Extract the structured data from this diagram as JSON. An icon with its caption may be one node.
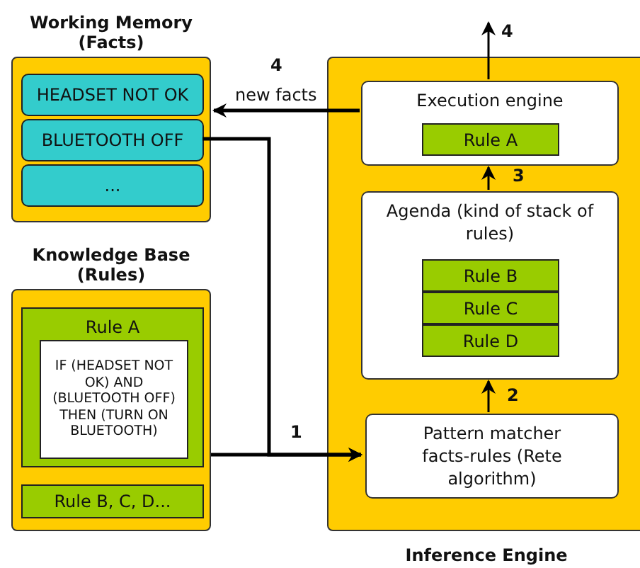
{
  "diagram": {
    "nodes": [
      {
        "text": [
          "Working Memory (Facts)"
        ]
      },
      {
        "text": [
          "HEADSET NOT OK"
        ],
        "in": 0
      },
      {
        "text": [
          "BLUETOOTH OFF"
        ],
        "in": 0
      },
      {
        "text": [
          "..."
        ],
        "in": 0
      },
      {
        "text": [
          "Knowledge Base (Rules)"
        ]
      },
      {
        "text": [
          "Rule A"
        ],
        "in": 4
      },
      {
        "text": [
          "IF (HEADSET NOT OK) AND (BLUETOOTH OFF) THEN (TURN ON BLUETOOTH)"
        ],
        "in": 5
      },
      {
        "text": [
          "Rule B, C, D..."
        ],
        "in": 4
      },
      {
        "text": [
          "Inference Engine"
        ]
      },
      {
        "text": [
          "Execution engine"
        ],
        "in": 8
      },
      {
        "text": [
          "Rule A"
        ],
        "in": 9
      },
      {
        "text": [
          "Agenda (kind of stack of rules)"
        ],
        "in": 8
      },
      {
        "text": [
          "Rule B"
        ],
        "in": 11
      },
      {
        "text": [
          "Rule C"
        ],
        "in": 11
      },
      {
        "text": [
          "Rule D"
        ],
        "in": 11
      },
      {
        "text": [
          "Pattern matcher facts-rules (Rete algorithm)"
        ],
        "in": 8
      }
    ],
    "edges": [
      {
        "from": 9,
        "to": 0,
        "arrow": "to",
        "label": "new facts"
      },
      {
        "from": 2,
        "to": 15,
        "arrow": "to"
      },
      {
        "from": 4,
        "to": 15,
        "arrow": "to",
        "label": "1"
      },
      {
        "from": 15,
        "to": 11,
        "arrow": "to",
        "label": "2"
      },
      {
        "from": 11,
        "to": 9,
        "arrow": "to",
        "label": "3"
      },
      {
        "from": 9,
        "to": null,
        "arrow": "to",
        "label": "4"
      }
    ],
    "labels": [
      "4"
    ]
  }
}
